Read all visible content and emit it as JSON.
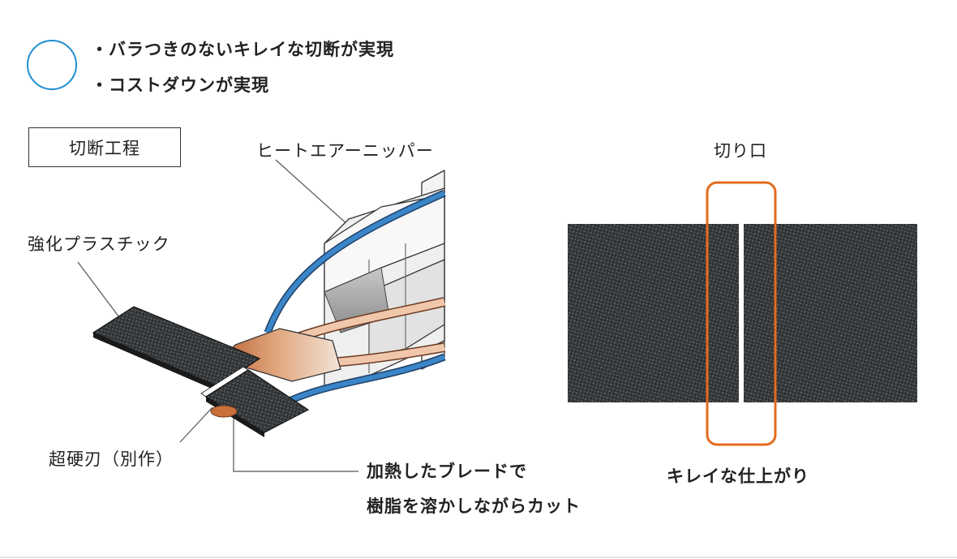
{
  "merits": {
    "items": [
      "・バラつきのないキレイな切断が実現",
      "・コストダウンが実現"
    ]
  },
  "process": {
    "title": "切断工程"
  },
  "labels": {
    "nipper": "ヒートエアーニッパー",
    "plastic": "強化プラスチック",
    "blade": "超硬刃（別作）",
    "blade_desc_line1": "加熱したブレードで",
    "blade_desc_line2": "樹脂を溶かしながらカット",
    "cut_edge": "切り口",
    "result": "キレイな仕上がり"
  },
  "colors": {
    "accent_blue": "#1e8fd0",
    "highlight_orange": "#e56b1f",
    "blade_copper": "#c9703a",
    "carbon_dark": "#3a3d3f"
  }
}
